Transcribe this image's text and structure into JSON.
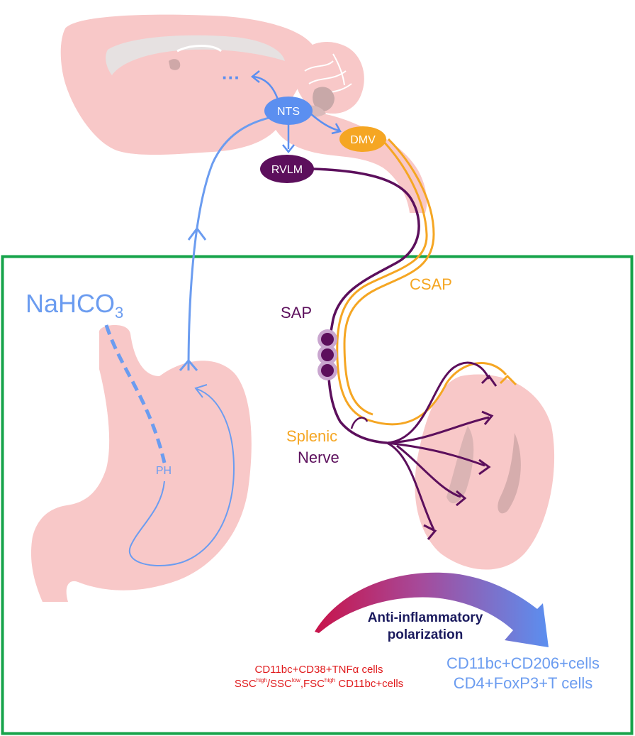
{
  "labels": {
    "nts": "NTS",
    "dmv": "DMV",
    "rvlm": "RVLM",
    "ellipsis": "···",
    "csap": "CSAP",
    "sap": "SAP",
    "splenic": "Splenic",
    "nerve": "Nerve",
    "ph": "PH",
    "nahco_base": "NaHCO",
    "nahco_sub": "3",
    "polarization_line1": "Anti-inflammatory",
    "polarization_line2": "polarization",
    "before_line1": "CD11bc+CD38+TNFα cells",
    "before_line2_a": "SSC",
    "before_line2_sup1": "high",
    "before_line2_b": "/SSC",
    "before_line2_sup2": "low",
    "before_line2_c": ",FSC",
    "before_line2_sup3": "high",
    "before_line2_d": " CD11bc+cells",
    "after_line1": "CD11bc+CD206+cells",
    "after_line2": "CD4+FoxP3+T cells"
  },
  "colors": {
    "afferent_blue": "#6b9cf0",
    "nts_blue": "#5b8ff0",
    "dmv_orange": "#f5a623",
    "rvlm_purple": "#5c0f5c",
    "tissue_pink": "#f8c8c8",
    "frame_green": "#16a34a",
    "text_red": "#e0191b",
    "text_navy": "#1a1a5e"
  }
}
